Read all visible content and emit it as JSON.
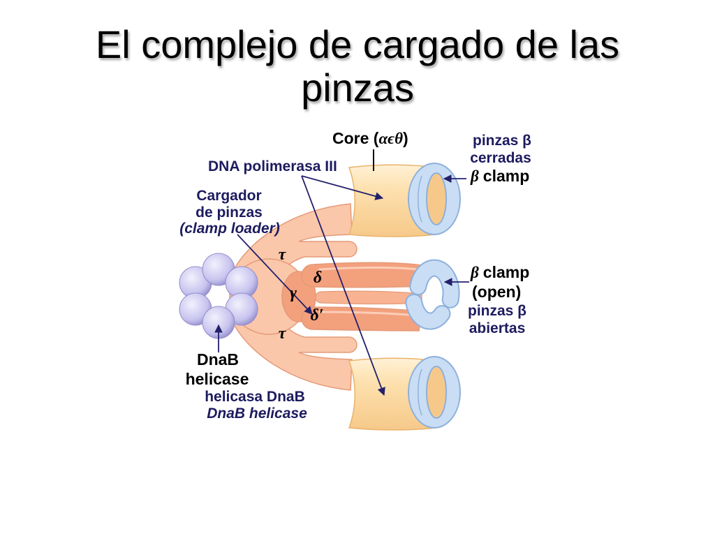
{
  "slide": {
    "title_lines": [
      "El complejo de cargado de las",
      "pinzas"
    ]
  },
  "diagram": {
    "core": {
      "label_prefix": "Core (",
      "subunits": "αϵθ",
      "label_suffix": ")"
    },
    "polymerase": {
      "label": "DNA polimerasa III"
    },
    "closed_clamp": {
      "spanish_line1": "pinzas β",
      "spanish_line2": "cerradas",
      "symbol": "β",
      "name": "clamp"
    },
    "clamp_loader": {
      "spanish_line1": "Cargador",
      "spanish_line2": "de pinzas",
      "english": "(clamp loader)",
      "subunits": {
        "tau_top": "τ",
        "delta": "δ",
        "gamma": "γ",
        "delta_prime": "δ′",
        "tau_bottom": "τ"
      }
    },
    "open_clamp": {
      "symbol": "β",
      "name": "clamp",
      "state": "(open)",
      "spanish_line1": "pinzas β",
      "spanish_line2": "abiertas"
    },
    "helicase": {
      "name_line1": "DnaB",
      "name_line2": "helicase",
      "spanish": "helicasa DnaB",
      "english": "DnaB helicase"
    }
  },
  "colors": {
    "title_text": "#000000",
    "label_navy": "#1d1b5f",
    "label_black": "#000000",
    "arrow_navy": "#23206b",
    "core_light": "#fff1d6",
    "core_peach": "#fde0ad",
    "core_shadow": "#f6c98a",
    "core_edge": "#e9b26a",
    "clamp_blue": "#c9ddf4",
    "clamp_edge": "#8db0dc",
    "loader_light": "#fac7aa",
    "loader_mid": "#f7b392",
    "loader_dark": "#f3a07d",
    "loader_edge": "#e59a78",
    "loader_highlight": "#fcd6c2",
    "helicase_light": "#f2f1fd",
    "helicase_lavender": "#c7c3ee",
    "helicase_edge": "#938dcc"
  }
}
